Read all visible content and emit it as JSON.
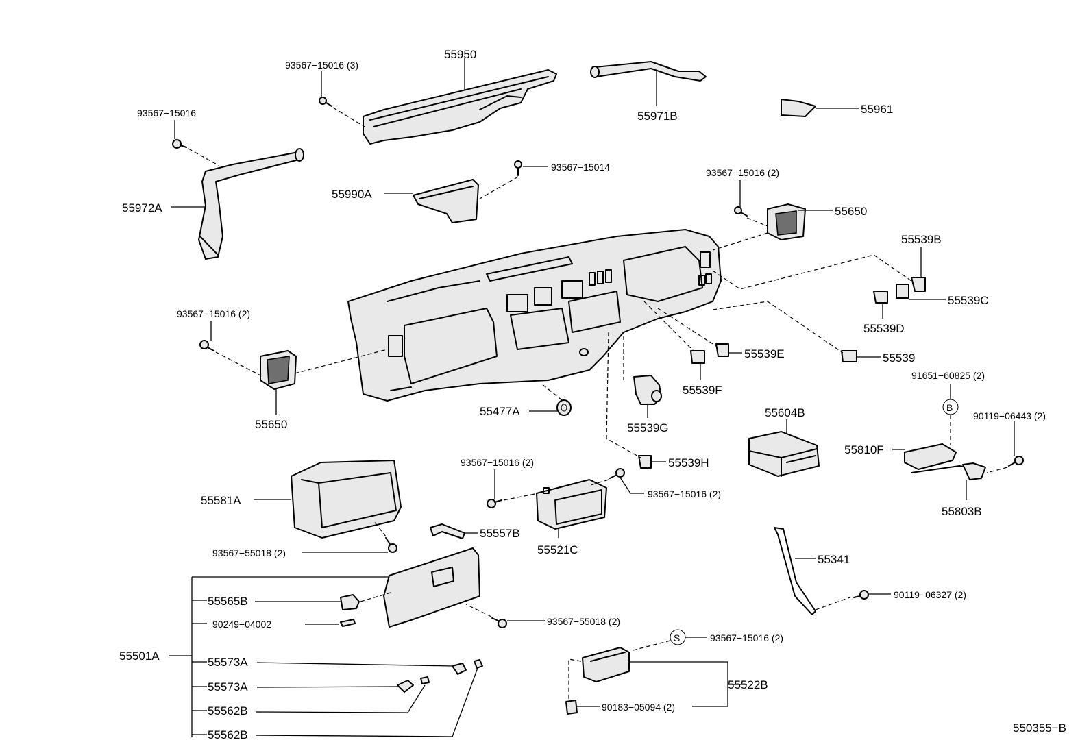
{
  "labels": {
    "p55950": "55950",
    "p93567_15016_3": "93567−15016 (3)",
    "p93567_15016_a": "93567−15016",
    "p55971B": "55971B",
    "p55961": "55961",
    "p93567_15014": "93567−15014",
    "p55990A": "55990A",
    "p55972A": "55972A",
    "p93567_15016_2_r": "93567−15016 (2)",
    "p55650_r": "55650",
    "p55539B": "55539B",
    "p55539C": "55539C",
    "p55539D": "55539D",
    "p93567_15016_2_l": "93567−15016 (2)",
    "p55539E": "55539E",
    "p55539": "55539",
    "p55539F": "55539F",
    "p91651_60825": "91651−60825 (2)",
    "p55650_l": "55650",
    "p55477A": "55477A",
    "p55539G": "55539G",
    "p55604B": "55604B",
    "p90119_06443": "90119−06443 (2)",
    "p55810F": "55810F",
    "p93567_15016_2_m": "93567−15016 (2)",
    "p55539H": "55539H",
    "p55581A": "55581A",
    "p93567_15016_2_m2": "93567−15016 (2)",
    "p55803B": "55803B",
    "p55557B": "55557B",
    "p93567_55018_2_a": "93567−55018 (2)",
    "p55521C": "55521C",
    "p55341": "55341",
    "p55565B": "55565B",
    "p90249_04002": "90249−04002",
    "p93567_55018_2_b": "93567−55018 (2)",
    "p90119_06327": "90119−06327 (2)",
    "p55501A": "55501A",
    "p55573A_1": "55573A",
    "p93567_15016_2_s": "93567−15016 (2)",
    "p55573A_2": "55573A",
    "p55522B": "55522B",
    "p55562B_1": "55562B",
    "p90183_05094": "90183−05094 (2)",
    "p55562B_2": "55562B",
    "figure_code": "550355−B"
  },
  "callouts": {
    "b_marker": "B",
    "s_marker": "S"
  }
}
